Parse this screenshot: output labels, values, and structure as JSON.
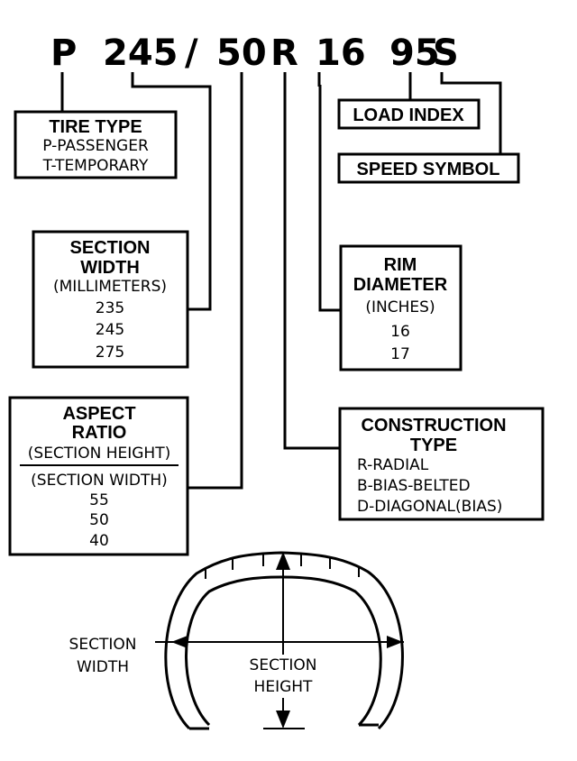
{
  "code": {
    "p": "P",
    "width": "245",
    "slash": "/",
    "ratio": "50",
    "r": "R",
    "rim": "16",
    "load": "95",
    "speed": "S"
  },
  "load_index": {
    "title": "LOAD INDEX"
  },
  "speed_symbol": {
    "title": "SPEED SYMBOL"
  },
  "tire_type": {
    "title": "TIRE TYPE",
    "items": [
      "P-PASSENGER",
      "T-TEMPORARY"
    ]
  },
  "section_width": {
    "title_1": "SECTION",
    "title_2": "WIDTH",
    "unit": "(MILLIMETERS)",
    "values": [
      "235",
      "245",
      "275"
    ]
  },
  "rim_diameter": {
    "title_1": "RIM",
    "title_2": "DIAMETER",
    "unit": "(INCHES)",
    "values": [
      "16",
      "17"
    ]
  },
  "aspect_ratio": {
    "title_1": "ASPECT",
    "title_2": "RATIO",
    "numerator": "(SECTION HEIGHT)",
    "denominator": "(SECTION WIDTH)",
    "values": [
      "55",
      "50",
      "40"
    ]
  },
  "construction_type": {
    "title_1": "CONSTRUCTION",
    "title_2": "TYPE",
    "items": [
      "R-RADIAL",
      "B-BIAS-BELTED",
      "D-DIAGONAL(BIAS)"
    ]
  },
  "tire_section": {
    "width_label_1": "SECTION",
    "width_label_2": "WIDTH",
    "height_label_1": "SECTION",
    "height_label_2": "HEIGHT"
  }
}
